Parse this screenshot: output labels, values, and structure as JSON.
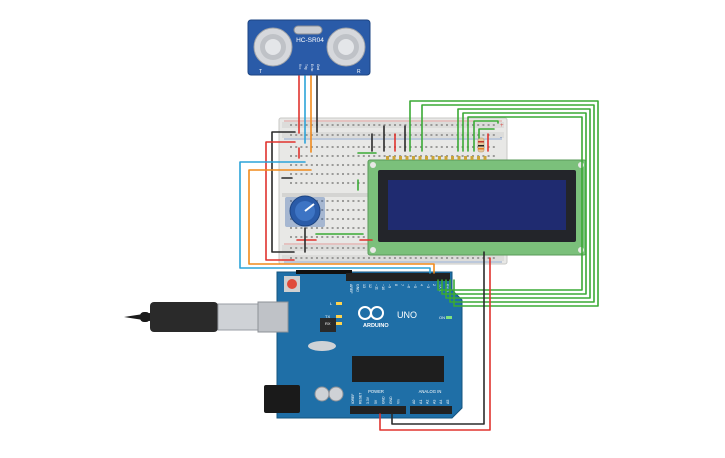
{
  "sensor": {
    "model": "HC-SR04",
    "left_mark": "T",
    "right_mark": "R",
    "pins": [
      "Vcc",
      "Trig",
      "Echo",
      "Gnd"
    ]
  },
  "arduino": {
    "brand": "ARDUINO",
    "model": "UNO",
    "power_label": "POWER",
    "analog_label": "ANALOG IN",
    "power_pins": [
      "IOREF",
      "RESET",
      "3.3V",
      "5V",
      "GND",
      "GND",
      "Vin"
    ],
    "analog_pins": [
      "A0",
      "A1",
      "A2",
      "A3",
      "A4",
      "A5"
    ],
    "digital_pins": [
      "AREF",
      "GND",
      "13",
      "12",
      "~11",
      "~10",
      "~9",
      "8",
      "7",
      "~6",
      "~5",
      "4",
      "~3",
      "2",
      "TX 1",
      "RX 0"
    ],
    "leds": [
      "L",
      "TX",
      "RX",
      "ON"
    ]
  },
  "breadboard": {
    "rail_plus": "+",
    "rail_minus": "-"
  },
  "colors": {
    "sensor_board": "#2a5ba8",
    "arduino_board": "#1f6fa7",
    "breadboard": "#e8e8e6",
    "lcd_pcb": "#7bc07b",
    "lcd_screen": "#1f2b70",
    "wire_red": "#e0332e",
    "wire_black": "#2b2b2b",
    "wire_blue": "#2ba3d9",
    "wire_orange": "#f08a1c",
    "wire_green": "#3aaa35"
  }
}
